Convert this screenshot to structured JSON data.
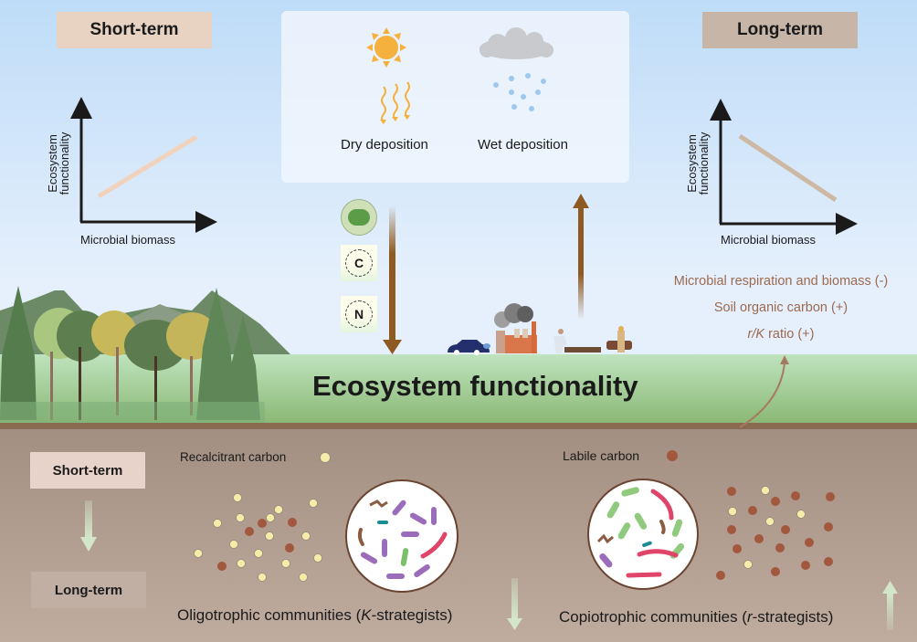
{
  "top": {
    "short_term_label": "Short-term",
    "long_term_label": "Long-term",
    "short_term_box_color": "#e8d3c3",
    "long_term_box_color": "#c7b5a7"
  },
  "graphs": {
    "short_term": {
      "xlabel": "Microbial biomass",
      "ylabel_line1": "Ecosystem",
      "ylabel_line2": "functionality",
      "trend": "increasing"
    },
    "long_term": {
      "xlabel": "Microbial biomass",
      "ylabel_line1": "Ecosystem",
      "ylabel_line2": "functionality",
      "trend": "decreasing"
    }
  },
  "deposition": {
    "dry_label": "Dry deposition",
    "wet_label": "Wet deposition",
    "icons": [
      "sun-icon",
      "heat-wave-icon",
      "cloud-icon",
      "raindrops-icon"
    ]
  },
  "inputs": {
    "badges": [
      {
        "icon": "forest-icon",
        "label": ""
      },
      {
        "icon": "carbon-icon",
        "label": "C"
      },
      {
        "icon": "nitrogen-icon",
        "label": "N"
      }
    ],
    "sources": [
      "car-icon",
      "factory-icon",
      "farmer-icon",
      "cattle-icon"
    ],
    "arrow_color": "#8e5a22"
  },
  "effects": {
    "line1": "Microbial respiration and biomass (-)",
    "line2": "Soil organic carbon (+)",
    "line3_italic": "r/K",
    "line3_rest": " ratio (+)",
    "color": "#9b6a4f"
  },
  "center": {
    "title": "Ecosystem functionality"
  },
  "soil": {
    "short_term_label": "Short-term",
    "long_term_label": "Long-term",
    "recalcitrant_label": "Recalcitrant carbon",
    "labile_label": "Labile carbon",
    "recalcitrant_color": "#f6eba8",
    "labile_color": "#a2583f",
    "oligotrophic": {
      "prefix": "Oligotrophic communities (",
      "italic": "K",
      "suffix": "-strategists)"
    },
    "copiotrophic": {
      "prefix": "Copiotrophic communities (",
      "italic": "r",
      "suffix": "-strategists)"
    }
  }
}
